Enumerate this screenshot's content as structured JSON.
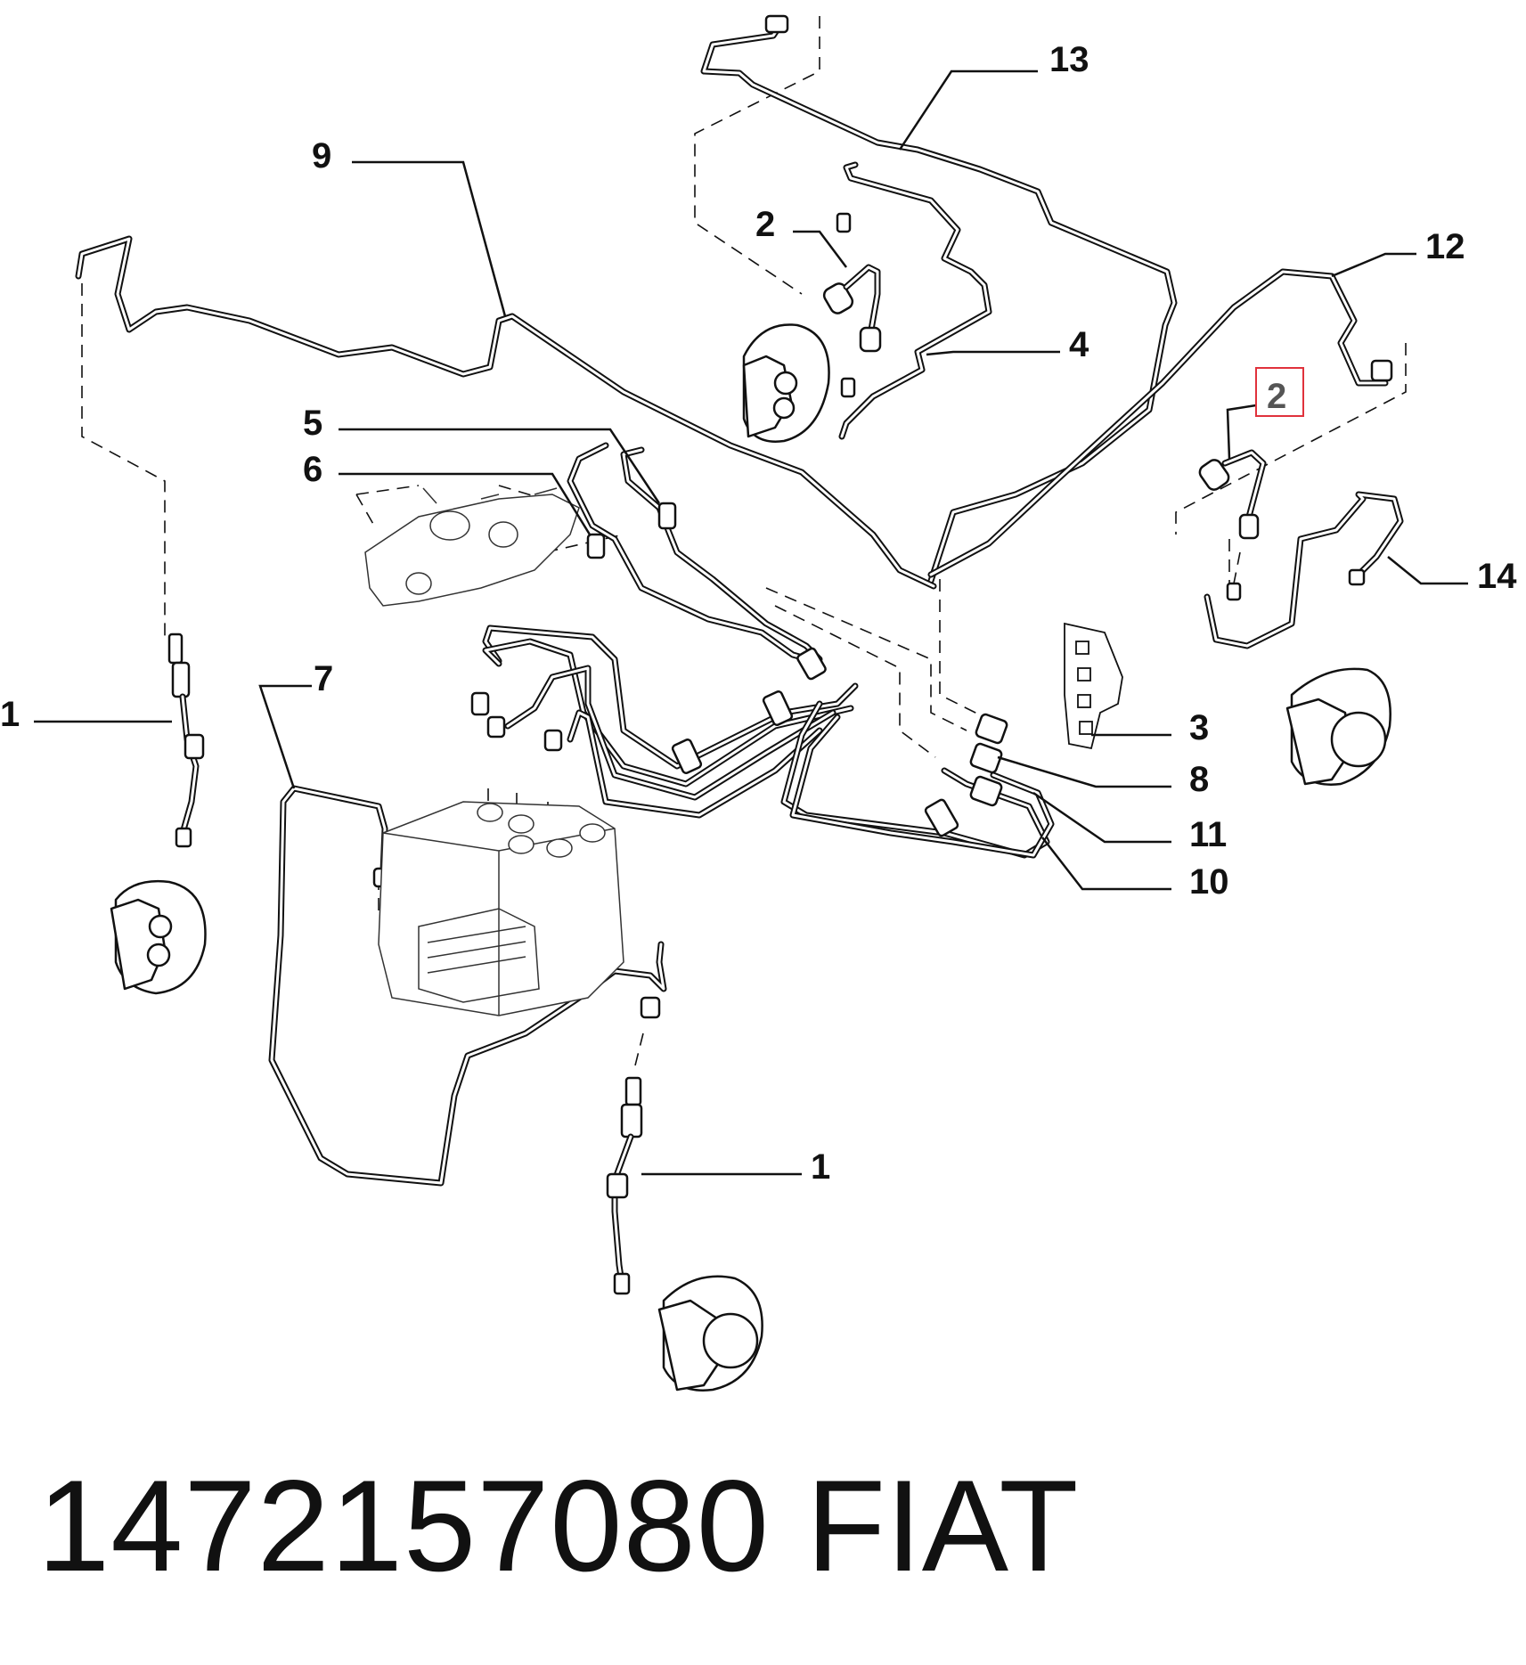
{
  "callouts": [
    {
      "id": "c13",
      "label": "13"
    },
    {
      "id": "c9",
      "label": "9"
    },
    {
      "id": "c2a",
      "label": "2"
    },
    {
      "id": "c12",
      "label": "12"
    },
    {
      "id": "c4",
      "label": "4"
    },
    {
      "id": "c2b",
      "label": "2",
      "highlighted": true
    },
    {
      "id": "c5",
      "label": "5"
    },
    {
      "id": "c6",
      "label": "6"
    },
    {
      "id": "c14",
      "label": "14"
    },
    {
      "id": "c1a",
      "label": "1"
    },
    {
      "id": "c7",
      "label": "7"
    },
    {
      "id": "c3",
      "label": "3"
    },
    {
      "id": "c8",
      "label": "8"
    },
    {
      "id": "c11",
      "label": "11"
    },
    {
      "id": "c10",
      "label": "10"
    },
    {
      "id": "c1b",
      "label": "1"
    }
  ],
  "footer": {
    "part_number": "1472157080",
    "brand": "FIAT"
  },
  "colors": {
    "line": "#111111",
    "highlight_box": "#e0323c",
    "highlight_text": "#555555"
  }
}
